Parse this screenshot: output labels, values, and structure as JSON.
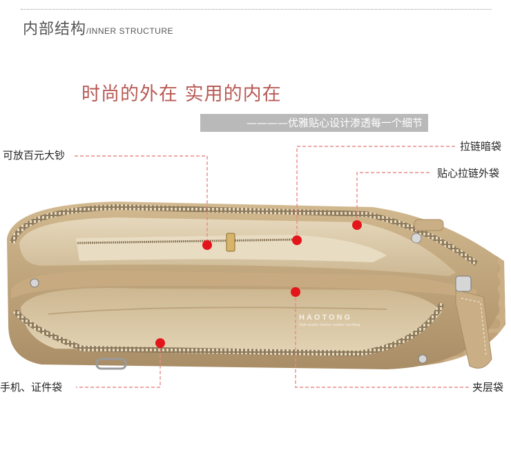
{
  "header": {
    "title_cn": "内部结构",
    "title_en": "/INNER STRUCTURE"
  },
  "headline": "时尚的外在  实用的内在",
  "subtitle": "————优雅贴心设计渗透每一个细节",
  "callouts": {
    "cash": "可放百元大钞",
    "zip_inner": "拉链暗袋",
    "zip_outer": "贴心拉链外袋",
    "phone": "手机、证件袋",
    "divider": "夹层袋"
  },
  "watermark": {
    "brand": "HAOTONG",
    "tag": "High-quality fashion leather handbag"
  },
  "colors": {
    "accent_title": "#b85a55",
    "leader_line": "#e88a8a",
    "marker": "#e3151a",
    "banner": "#b9b9b9",
    "leather": "#c4a880",
    "lining": "#dccba9"
  }
}
